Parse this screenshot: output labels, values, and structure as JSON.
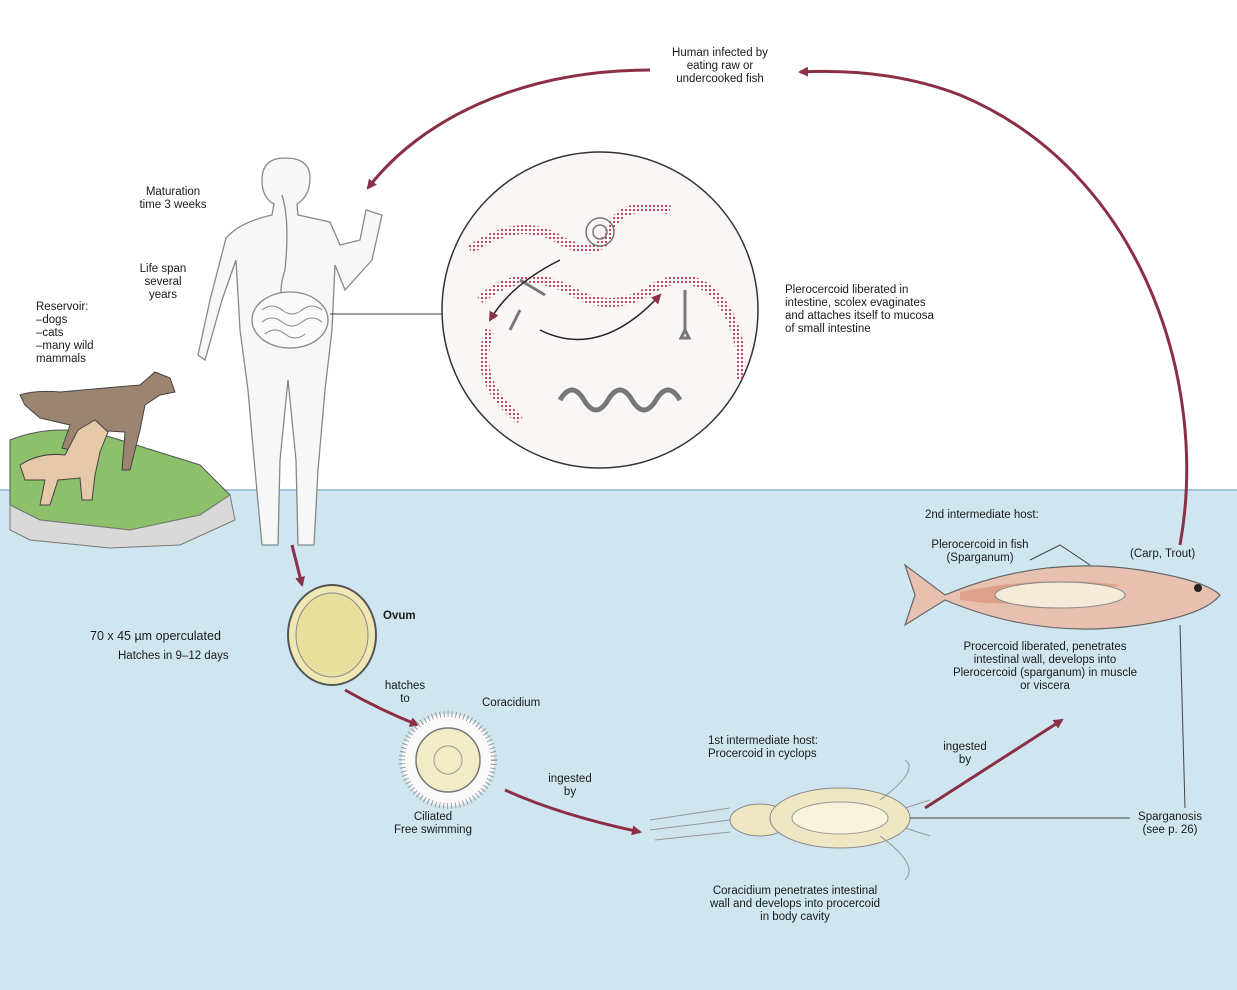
{
  "labels": {
    "human_infected": "Human infected by\neating raw or\nundercooked fish",
    "maturation": "Maturation\ntime 3 weeks",
    "life_span": "Life span\nseveral\nyears",
    "reservoir": "Reservoir:\n–dogs\n–cats\n–many wild\nmammals",
    "plerocercoid_liberated": "Plerocercoid liberated in\nintestine, scolex evaginates\nand attaches itself to mucosa\nof small intestine",
    "second_host": "2nd intermediate host:",
    "plerocercoid_fish": "Plerocercoid in fish\n(Sparganum)",
    "carp_trout": "(Carp, Trout)",
    "ovum_size": "70 x 45 µm operculated",
    "hatches_days": "Hatches in 9–12 days",
    "ovum": "Ovum",
    "hatches_to": "hatches\nto",
    "coracidium": "Coracidium",
    "procercoid_liberated": "Procercoid liberated, penetrates\nintestinal wall, develops into\nPlerocercoid (sparganum) in muscle\nor viscera",
    "first_host": "1st intermediate host:\nProcercoid in cyclops",
    "ingested_by_1": "ingested\nby",
    "ingested_by_2": "ingested\nby",
    "ciliated": "Ciliated\nFree swimming",
    "sparganosis": "Sparganosis\n(see p. 26)",
    "coracidium_penetrates": "Coracidium penetrates intestinal\nwall and develops into procercoid\nin body cavity"
  },
  "colors": {
    "water": "#cfe6f0",
    "arrow": "#8a2f45",
    "mucosa": "#b03a55",
    "island": "#8cc06a",
    "fish": "#d98a70"
  }
}
